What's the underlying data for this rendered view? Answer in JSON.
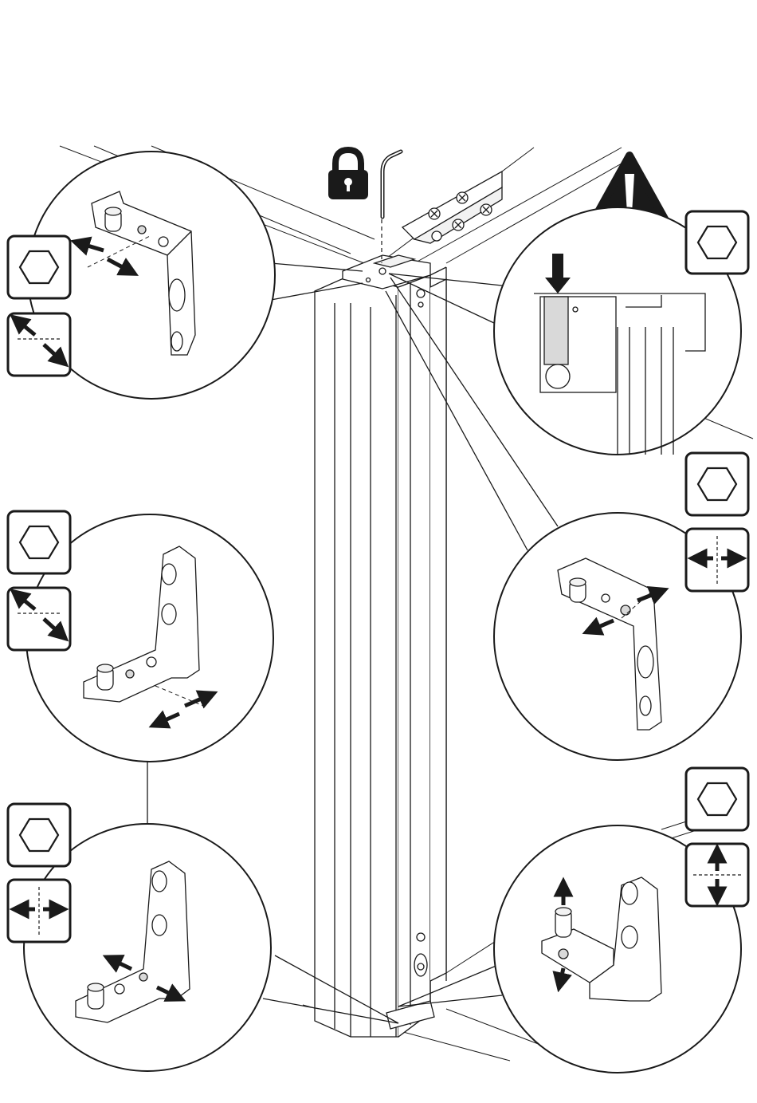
{
  "diagram": {
    "type": "assembly-instruction",
    "colors": {
      "line": "#1a1a1a",
      "fill": "#ffffff",
      "shade": "#d9d9d9",
      "dark": "#1a1a1a"
    },
    "icons": {
      "lock": "padlock-icon",
      "tool": "allen-key-icon",
      "warning": "warning-exclamation-icon",
      "hex": "hex-key-icon",
      "diagonal": "diagonal-adjust-icon",
      "horizontal": "horizontal-adjust-icon",
      "vertical": "vertical-adjust-icon"
    },
    "detail_callouts": [
      {
        "id": "top-left",
        "icons": [
          "hex",
          "diagonal"
        ]
      },
      {
        "id": "top-right",
        "icons": [
          "hex"
        ],
        "warning": true
      },
      {
        "id": "middle-left",
        "icons": [
          "hex",
          "diagonal"
        ]
      },
      {
        "id": "middle-right",
        "icons": [
          "hex",
          "horizontal"
        ]
      },
      {
        "id": "bottom-left",
        "icons": [
          "hex",
          "horizontal"
        ]
      },
      {
        "id": "bottom-right",
        "icons": [
          "hex",
          "vertical"
        ]
      }
    ]
  }
}
